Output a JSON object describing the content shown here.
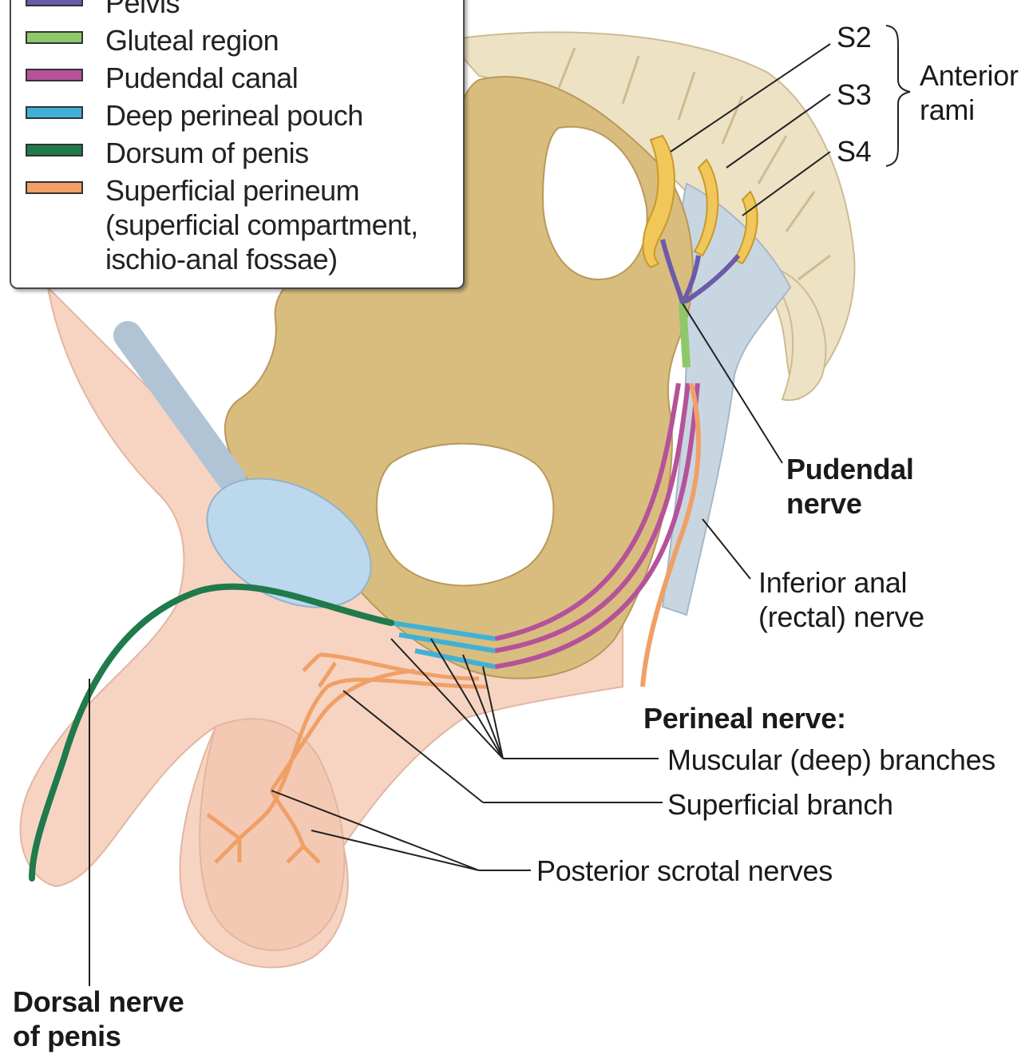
{
  "legend": {
    "items": [
      {
        "label": "Pelvis",
        "color": "#6b5ba8"
      },
      {
        "label": "Gluteal region",
        "color": "#8fc86a"
      },
      {
        "label": "Pudendal canal",
        "color": "#b5529a"
      },
      {
        "label": "Deep perineal pouch",
        "color": "#3fb1d6"
      },
      {
        "label": "Dorsum of penis",
        "color": "#1f7a4c"
      },
      {
        "label": "Superficial perineum\n(superficial compartment,\nischio-anal fossae)",
        "color": "#f0a066"
      }
    ]
  },
  "labels": {
    "s2": "S2",
    "s3": "S3",
    "s4": "S4",
    "anterior_rami": "Anterior\nrami",
    "pudendal_nerve": "Pudendal\nnerve",
    "inferior_anal": "Inferior anal\n(rectal) nerve",
    "perineal_nerve": "Perineal nerve:",
    "muscular_branches": "Muscular (deep) branches",
    "superficial_branch": "Superficial branch",
    "posterior_scrotal": "Posterior scrotal nerves",
    "dorsal_nerve": "Dorsal nerve\nof penis"
  },
  "colors": {
    "skin": "#f7d4c2",
    "bone": "#d9bd7e",
    "ligament": "#c8d6e2",
    "cartilage": "#bcd8ec",
    "vertebra": "#ede2c4"
  }
}
